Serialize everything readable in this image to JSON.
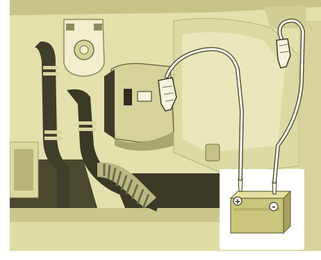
{
  "colors": {
    "page_background": "#ffffff",
    "engine_bay_light": "#e8e6b6",
    "engine_bay_mid": "#cfcd92",
    "engine_bay_dark": "#3a3926",
    "component_body": "#d9d7a2",
    "component_shadow": "#8f8d5e",
    "cable_highlight": "#ffffff",
    "cable_outline": "#5a5833",
    "battery_body": "#c9c47a",
    "battery_top": "#e4e0a0",
    "inset_panel": "#ffffff"
  },
  "icons": {
    "positive_terminal": "plus-symbol",
    "negative_terminal": "minus-symbol",
    "clamp": "crocodile-clip"
  },
  "battery": {
    "positive_label": "+",
    "negative_label": "-"
  }
}
